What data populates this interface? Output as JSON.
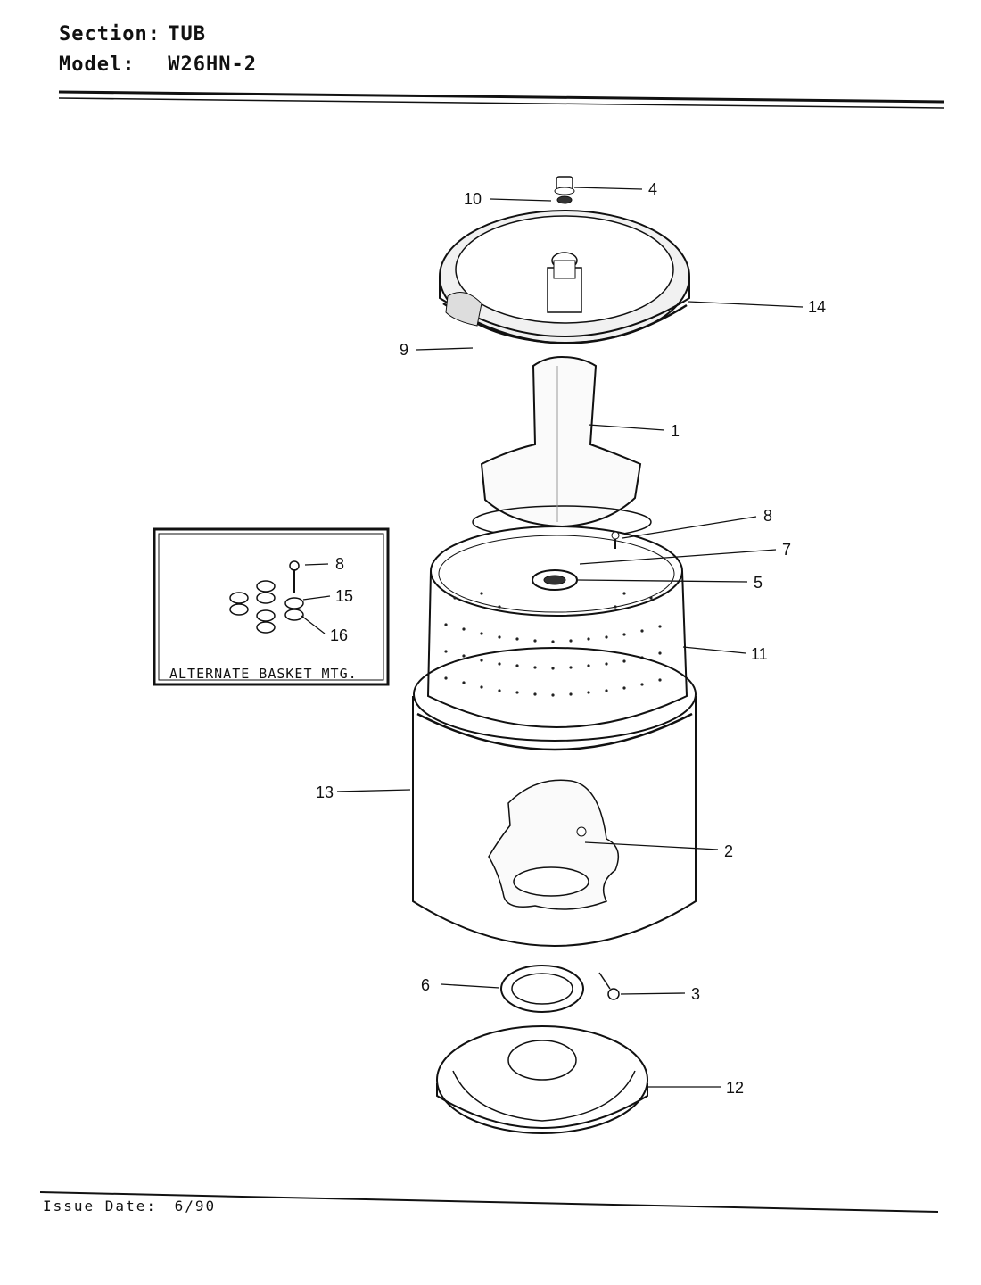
{
  "header": {
    "section_label": "Section:",
    "section_value": "TUB",
    "model_label": "Model:",
    "model_value": "W26HN-2"
  },
  "footer": {
    "issue_label": "Issue Date:",
    "issue_value": "6/90"
  },
  "inset": {
    "caption": "ALTERNATE BASKET MTG.",
    "callouts": [
      "8",
      "15",
      "16"
    ]
  },
  "callouts": [
    "1",
    "2",
    "3",
    "4",
    "5",
    "6",
    "7",
    "8",
    "9",
    "10",
    "11",
    "12",
    "13",
    "14"
  ],
  "parts": {
    "cover": "tub-ring-cover",
    "agitator": "agitator",
    "basket": "wash-basket",
    "tub": "outer-tub",
    "seal": "tub-seal-gasket",
    "base": "tub-base-plate"
  }
}
